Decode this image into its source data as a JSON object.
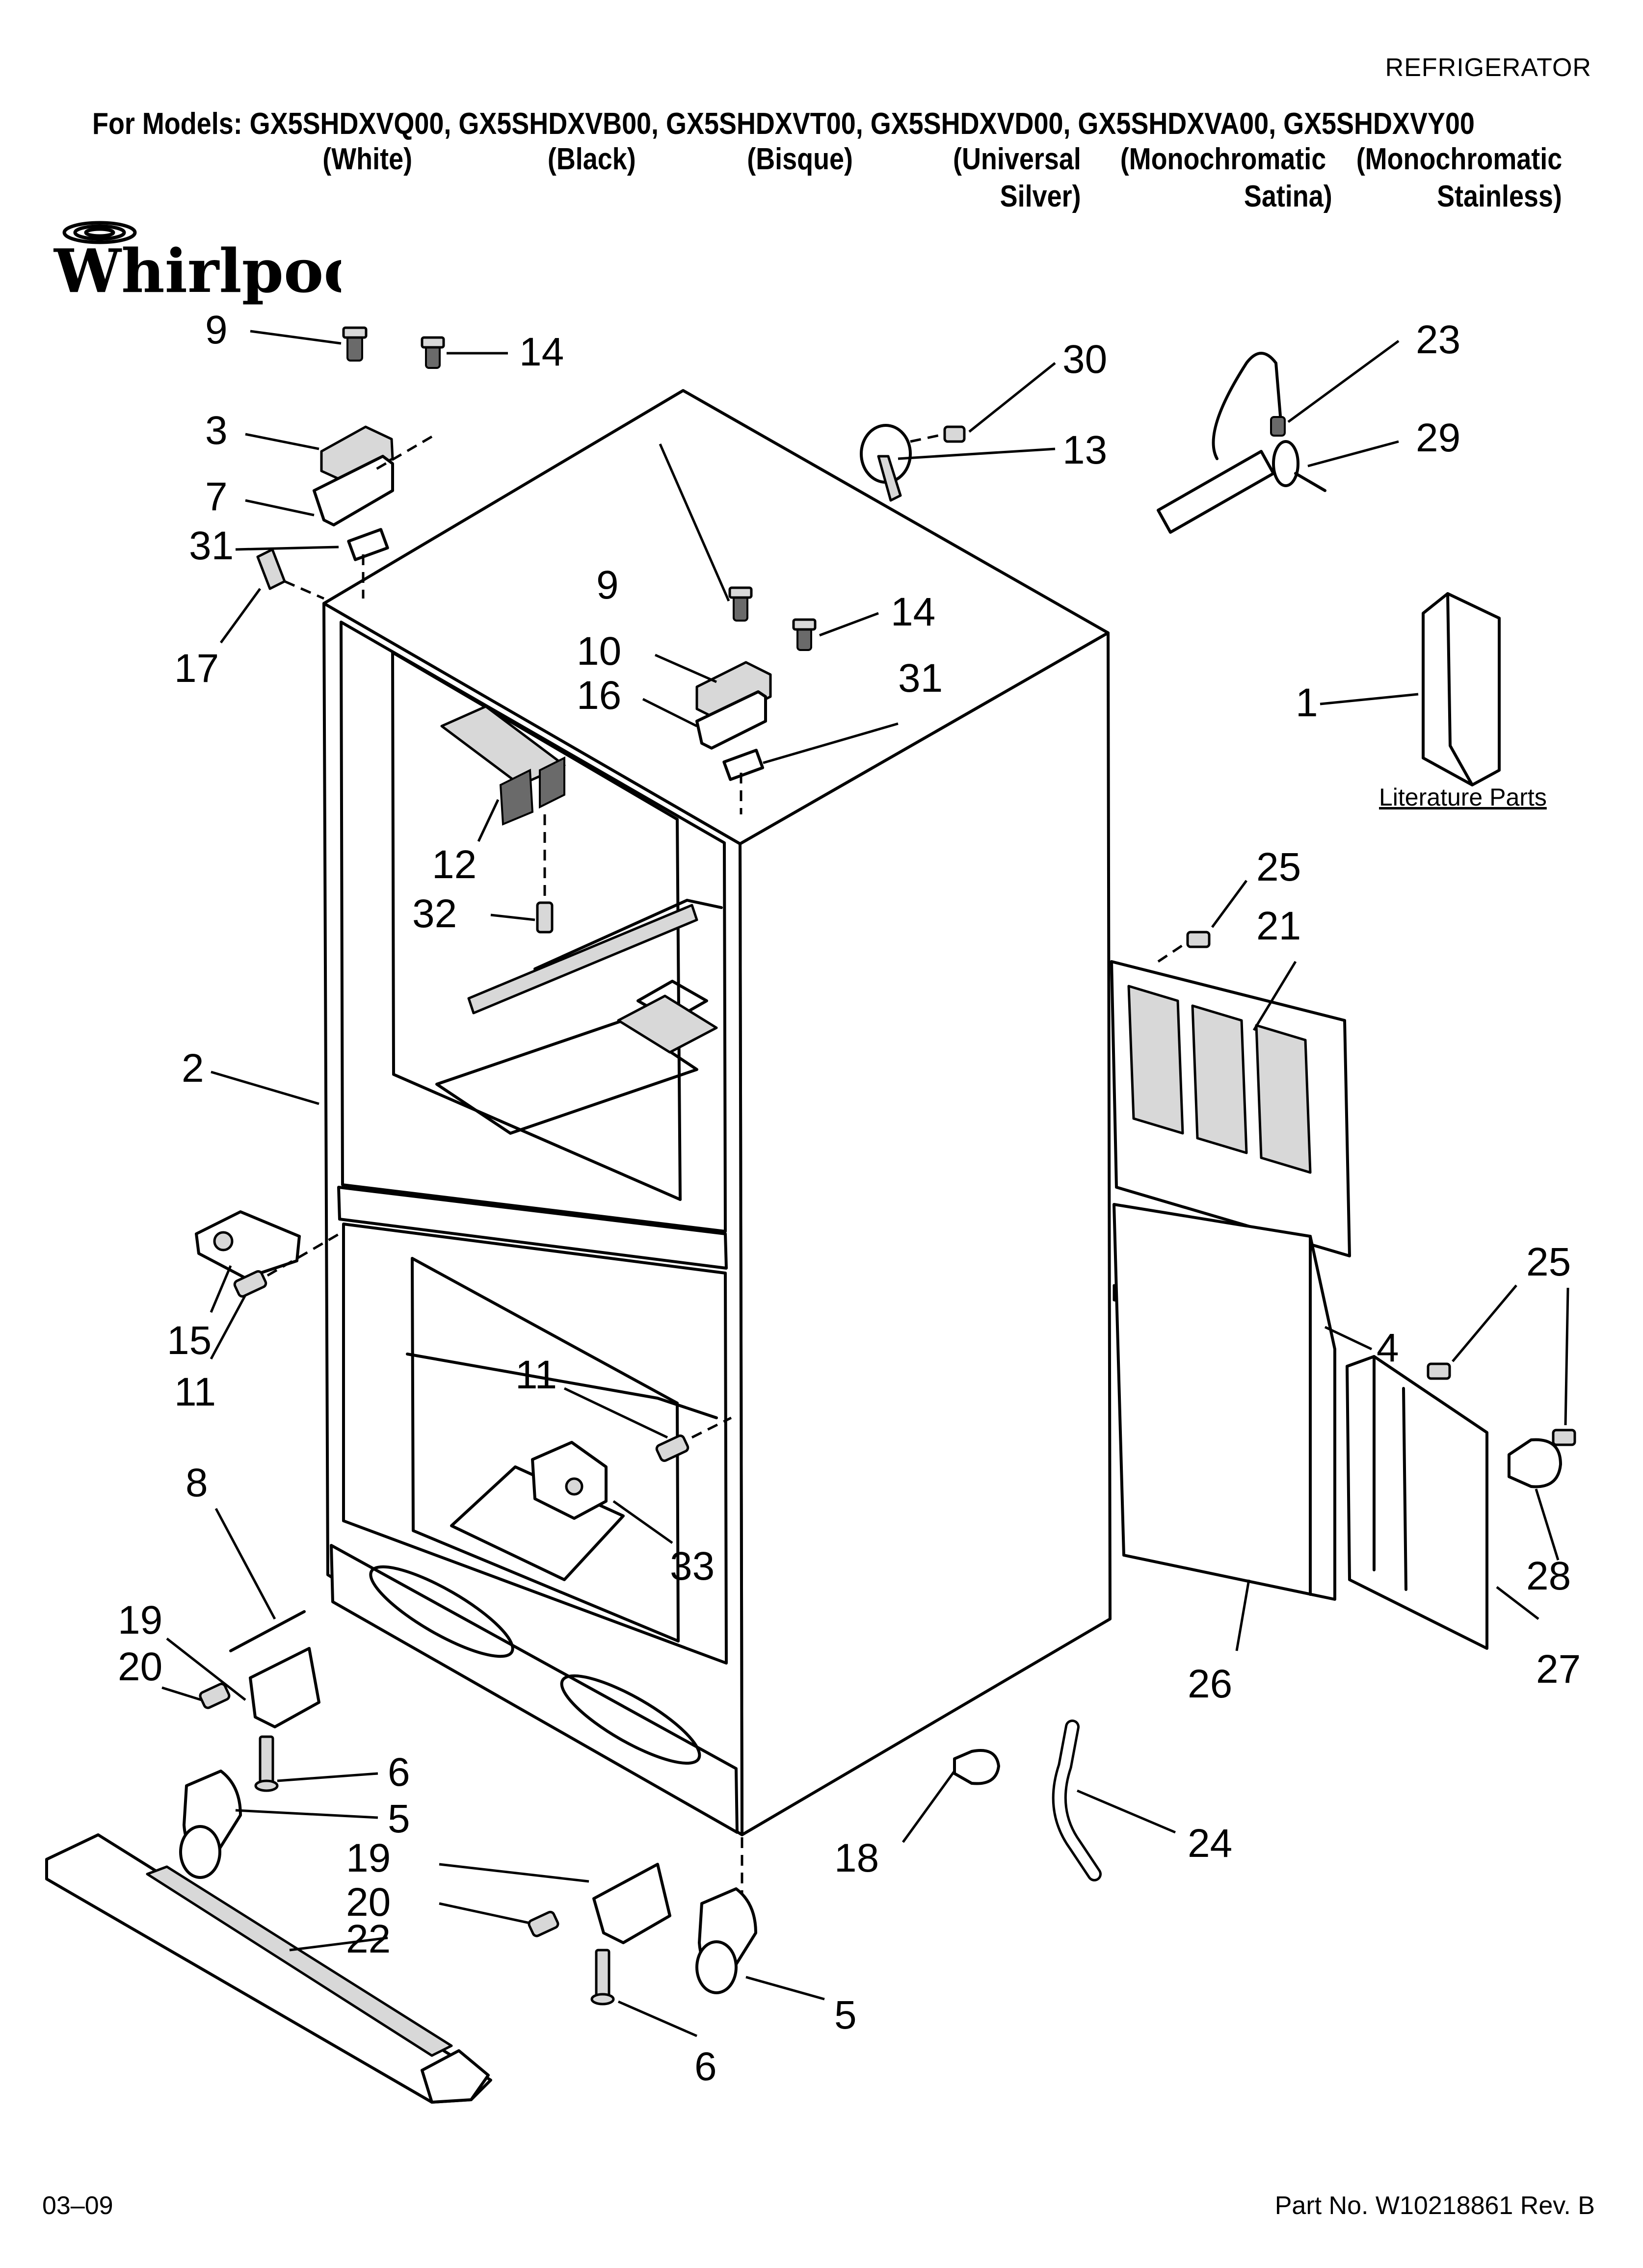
{
  "header": {
    "doc_type": "REFRIGERATOR",
    "models_line": "For Models: GX5SHDXVQ00, GX5SHDXVB00, GX5SHDXVT00, GX5SHDXVD00, GX5SHDXVA00, GX5SHDXVY00",
    "colors": [
      {
        "line1": "(White)",
        "line2": ""
      },
      {
        "line1": "(Black)",
        "line2": ""
      },
      {
        "line1": "(Bisque)",
        "line2": ""
      },
      {
        "line1": "(Universal",
        "line2": "Silver)"
      },
      {
        "line1": "(Monochromatic",
        "line2": "Satina)"
      },
      {
        "line1": "(Monochromatic",
        "line2": "Stainless)"
      }
    ],
    "brand": "Whirlpool"
  },
  "diagram": {
    "literature_label": "Literature Parts",
    "callouts": [
      "9",
      "14",
      "3",
      "7",
      "31",
      "17",
      "30",
      "13",
      "23",
      "29",
      "9",
      "10",
      "14",
      "16",
      "31",
      "1",
      "12",
      "32",
      "25",
      "21",
      "2",
      "15",
      "11",
      "11",
      "4",
      "25",
      "8",
      "33",
      "28",
      "19",
      "20",
      "26",
      "27",
      "6",
      "5",
      "19",
      "20",
      "18",
      "24",
      "22",
      "5",
      "6"
    ]
  },
  "footer": {
    "date": "03–09",
    "part_no": "Part No. W10218861 Rev. B"
  }
}
